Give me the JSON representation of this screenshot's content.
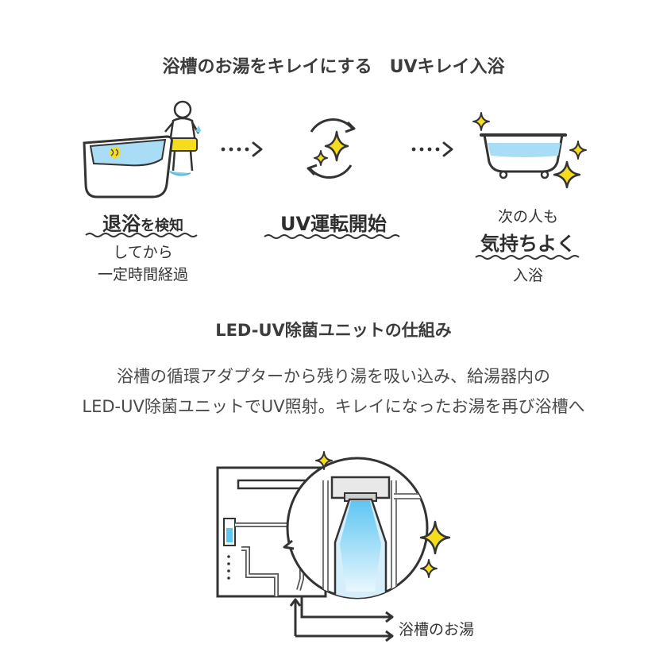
{
  "header": {
    "title": "浴槽のお湯をキレイにする　UVキレイ入浴"
  },
  "steps": [
    {
      "main": "退浴",
      "suffix": "を検知",
      "lines": [
        "してから",
        "一定時間経過"
      ],
      "icon": "bathtub-person-icon"
    },
    {
      "main": "UV運転開始",
      "icon": "sparkle-cycle-icon"
    },
    {
      "top": "次の人も",
      "main": "気持ちよく",
      "bottom": "入浴",
      "icon": "clean-bathtub-icon"
    }
  ],
  "arrows": [
    "dotted-arrow-icon",
    "dotted-arrow-icon"
  ],
  "section2": {
    "title": "LED-UV除菌ユニットの仕組み",
    "description": [
      "浴槽の循環アダプターから残り湯を吸い込み、給湯器内の",
      "LED-UV除菌ユニットでUV照射。キレイになったお湯を再び浴槽へ"
    ]
  },
  "diagram": {
    "outlet_label": "浴槽のお湯"
  },
  "colors": {
    "water": "#a9dcf5",
    "accent_yellow": "#f5dc1e",
    "line": "#333333",
    "uv_light": "#5fc6f2"
  }
}
